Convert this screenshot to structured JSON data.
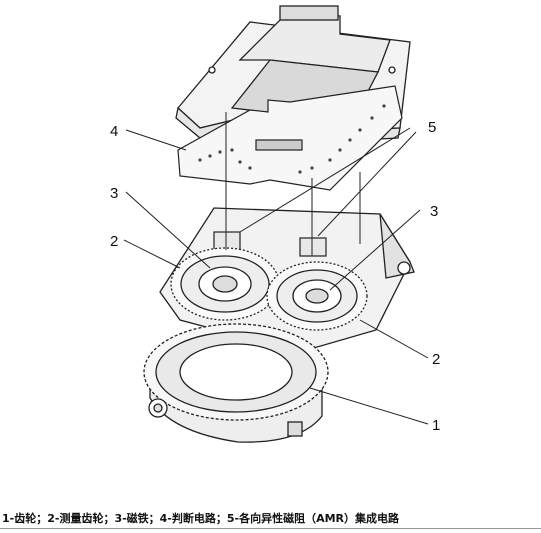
{
  "callouts": {
    "c1": "1",
    "c2_left": "2",
    "c2_right": "2",
    "c3_left": "3",
    "c3_right": "3",
    "c4": "4",
    "c5": "5"
  },
  "caption": "1-齿轮；2-测量齿轮；3-磁铁；4-判断电路；5-各向异性磁阻（AMR）集成电路"
}
